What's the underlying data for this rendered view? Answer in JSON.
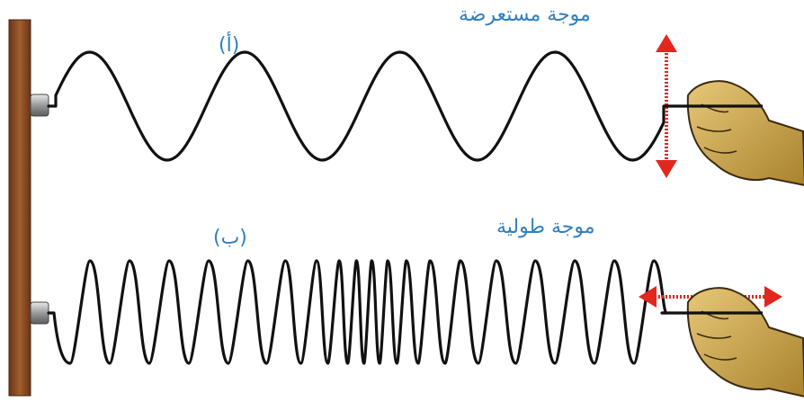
{
  "labels": {
    "transverse_title": "موجة مستعرضة",
    "transverse_tag": "(أ)",
    "longitudinal_title": "موجة طولية",
    "longitudinal_tag": "(ب)"
  },
  "colors": {
    "label_blue": "#2f7fc1",
    "wave_line": "#111111",
    "arrow_red": "#e2271f",
    "wall_brown": "#8a4a25",
    "hand_skin": "#c9a24a"
  },
  "icons": {
    "wall": "wooden-wall",
    "hook": "metal-hook",
    "hand": "gripping-hand",
    "vertical_motion": "double-arrow-vertical",
    "horizontal_motion": "double-arrow-horizontal"
  }
}
